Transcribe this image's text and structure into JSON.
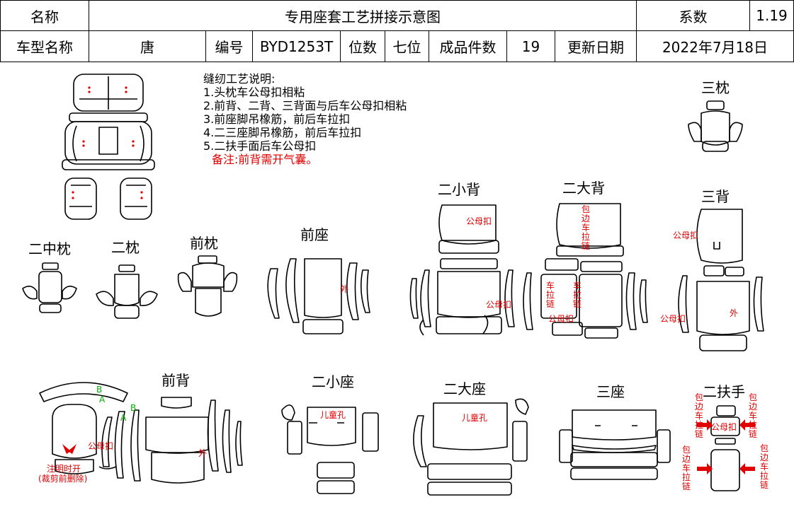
{
  "header": {
    "name_label": "名称",
    "title": "专用座套工艺拼接示意图",
    "coef_label": "系数",
    "coef_value": "1.19",
    "model_label": "车型名称",
    "model_value": "唐",
    "code_label": "编号",
    "code_value": "BYD1253T",
    "seats_label": "位数",
    "seats_value": "七位",
    "pieces_label": "成品件数",
    "pieces_value": "19",
    "date_label": "更新日期",
    "date_value": "2022年7月18日"
  },
  "notes": {
    "title": "缝纫工艺说明:",
    "items": [
      "1.头枕车公母扣相粘",
      "2.前背、二背、三背面与后车公母扣相粘",
      "3.前座脚吊橡筋，前后车拉扣",
      "4.二三座脚吊橡筋，前后车拉扣",
      "5.二扶手面后车公母扣"
    ],
    "remark": "备注:前背需开气囊。"
  },
  "parts": {
    "sanzhen": "三枕",
    "erzhongzhen": "二中枕",
    "erzhen": "二枕",
    "qianzhen": "前枕",
    "qianzuo": "前座",
    "erxiaobei": "二小背",
    "erdabei": "二大背",
    "sanbei": "三背",
    "qianbei": "前背",
    "erxiaozuo": "二小座",
    "erdazuo": "二大座",
    "sanzuo": "三座",
    "erfushou": "二扶手"
  },
  "annotations": {
    "gongmukou": "公母扣",
    "wai": "外",
    "ertongkong": "儿童孔",
    "baobian_lalian": "包边车拉链",
    "che_lalian": "车拉链",
    "zhuming_line1": "注明时开",
    "zhuming_line2": "(裁剪前删除)",
    "mark_a": "A",
    "mark_b": "B"
  },
  "colors": {
    "annotation_red": "#e00000",
    "marker_green": "#00b000",
    "line": "#000000"
  }
}
